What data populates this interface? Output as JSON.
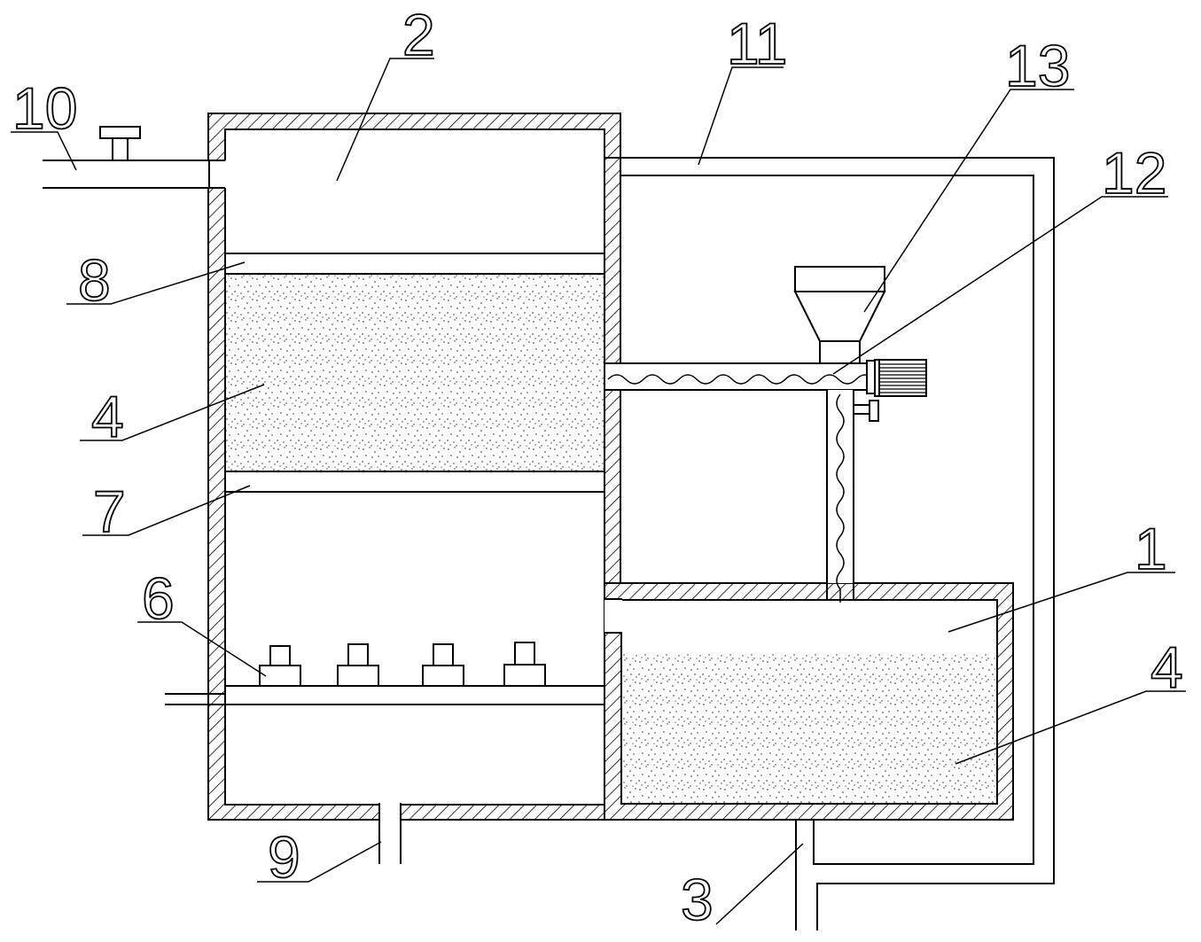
{
  "labels": {
    "l1": "1",
    "l2": "2",
    "l3": "3",
    "l4a": "4",
    "l4b": "4",
    "l6": "6",
    "l7": "7",
    "l8": "8",
    "l9": "9",
    "l10": "10",
    "l11": "11",
    "l12": "12",
    "l13": "13"
  }
}
